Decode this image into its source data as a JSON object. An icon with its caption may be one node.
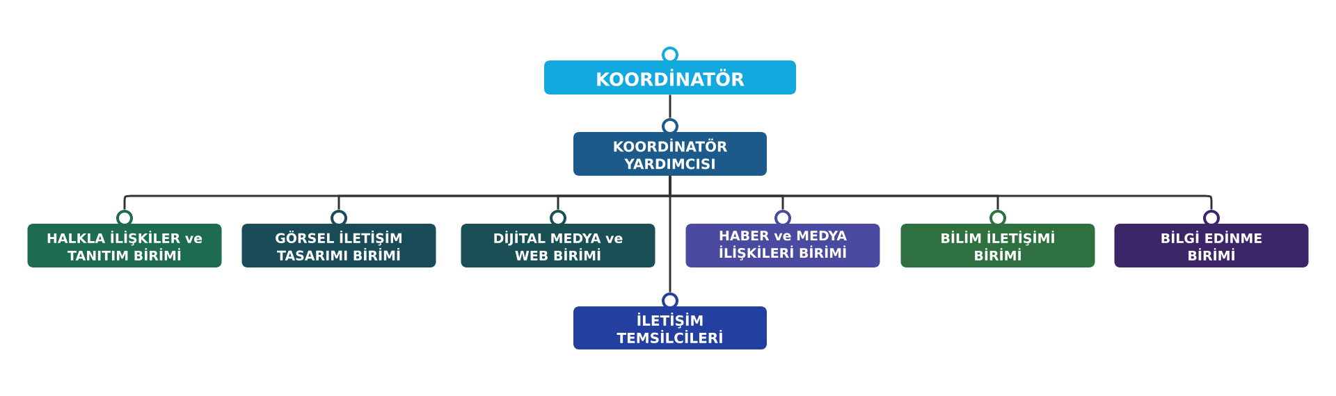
{
  "diagram": {
    "nodes": [
      {
        "text": [
          "KOORDİNATÖR"
        ]
      },
      {
        "text": [
          "KOORDİNATÖR YARDIMCISI"
        ]
      },
      {
        "text": [
          "HALKLA İLİŞKİLER ve TANITIM BİRİMİ"
        ]
      },
      {
        "text": [
          "GÖRSEL İLETİŞİM TASARIMI BİRİMİ"
        ]
      },
      {
        "text": [
          "DİJİTAL MEDYA ve WEB BİRİMİ"
        ]
      },
      {
        "text": [
          "HABER ve MEDYA İLİŞKİLERİ BİRİMİ"
        ]
      },
      {
        "text": [
          "BİLİM İLETİŞİMİ BİRİMİ"
        ]
      },
      {
        "text": [
          "BİLGİ EDİNME BİRİMİ"
        ]
      },
      {
        "text": [
          "İLETİŞİM TEMSİLCİLERİ"
        ]
      }
    ],
    "edges": [
      {
        "from": 0,
        "to": 1,
        "arrow": "none"
      },
      {
        "from": 1,
        "to": 2,
        "arrow": "none"
      },
      {
        "from": 1,
        "to": 3,
        "arrow": "none"
      },
      {
        "from": 1,
        "to": 4,
        "arrow": "none"
      },
      {
        "from": 1,
        "to": 5,
        "arrow": "none"
      },
      {
        "from": 1,
        "to": 6,
        "arrow": "none"
      },
      {
        "from": 1,
        "to": 7,
        "arrow": "none"
      },
      {
        "from": 1,
        "to": 8,
        "arrow": "none"
      }
    ]
  }
}
